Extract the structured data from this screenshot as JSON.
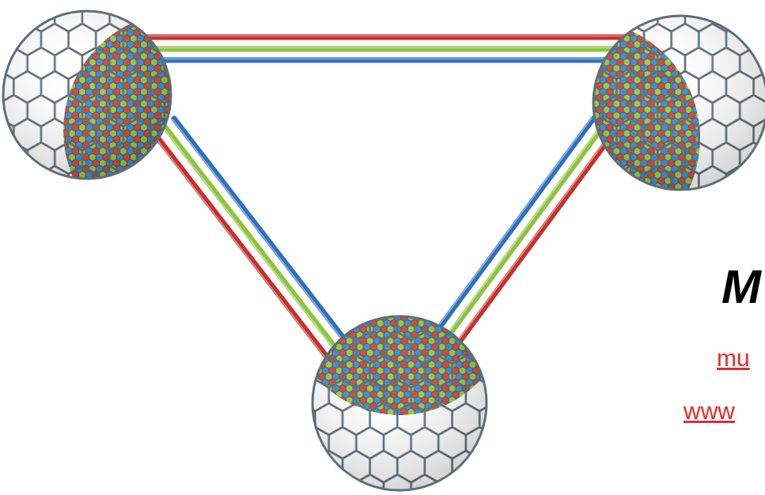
{
  "diagram": {
    "labels": [
      "M",
      "mu",
      "www"
    ]
  }
}
